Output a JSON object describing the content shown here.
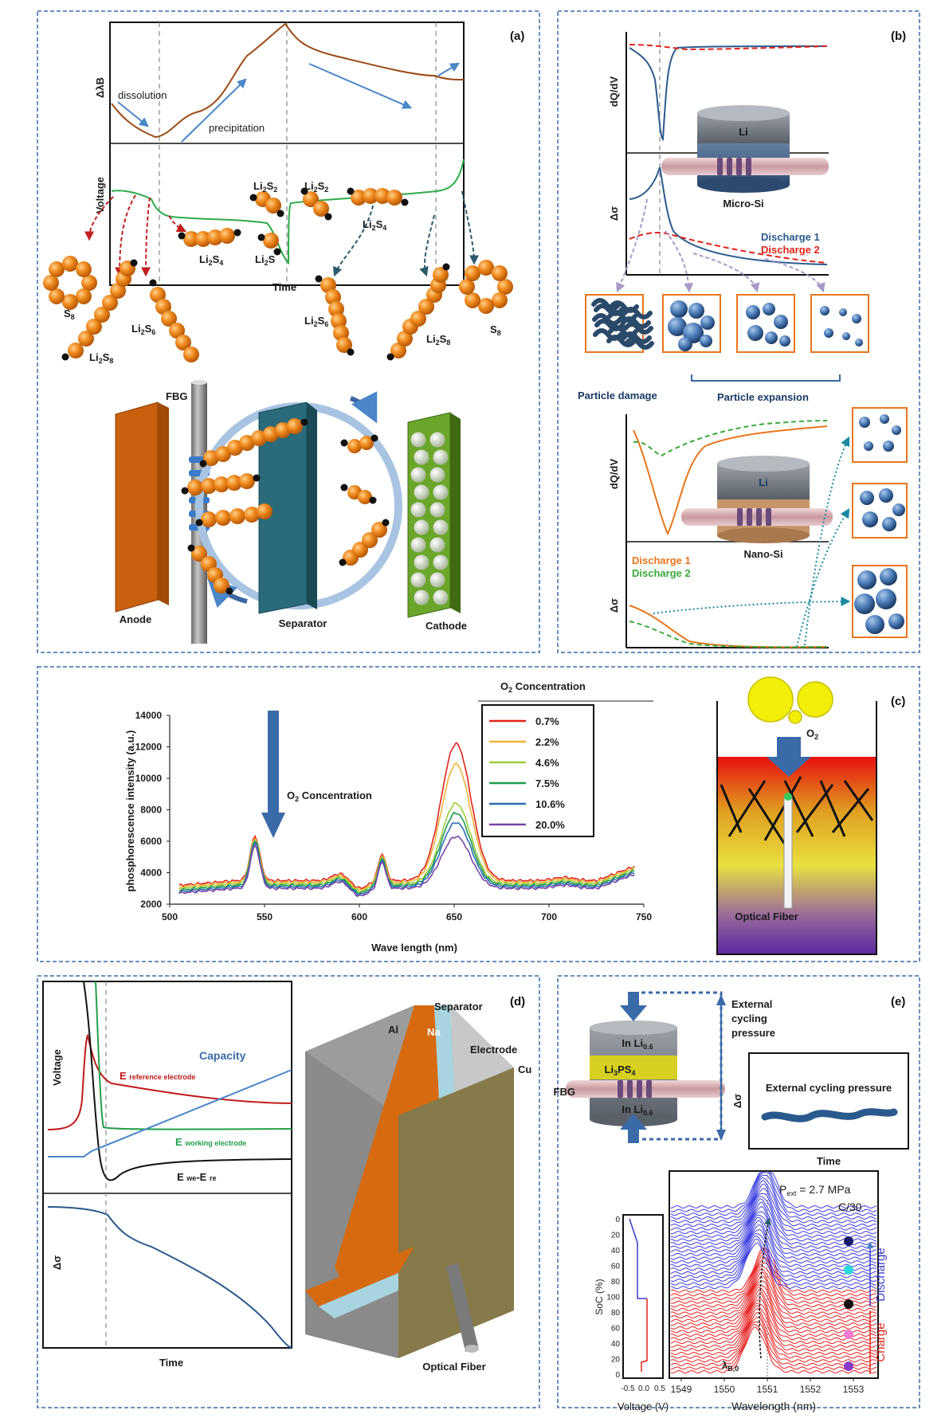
{
  "panels": {
    "a": {
      "label": "(a)",
      "y1_label": "ΔλB",
      "y2_label": "Voltage",
      "x_label": "Time",
      "dissolution": "dissolution",
      "precipitation": "precipitation",
      "species": [
        "S8",
        "Li2S8",
        "Li2S6",
        "Li2S4",
        "Li2S2",
        "Li2S",
        "Li2S2",
        "Li2S4",
        "Li2S6",
        "Li2S8",
        "S8"
      ],
      "fbg": "FBG",
      "anode": "Anode",
      "separator": "Separator",
      "cathode": "Cathode",
      "curve_color": "#9a4a14",
      "voltage_color": "#2eaa4a"
    },
    "b": {
      "label": "(b)",
      "y1_label": "dQ/dV",
      "y2_label": "Δσ",
      "li": "Li",
      "micro_si": "Micro-Si",
      "nano_si": "Nano-Si",
      "legend_top": [
        {
          "name": "Discharge 1",
          "color": "#2a5a8c"
        },
        {
          "name": "Discharge 2",
          "color": "#e0241b"
        }
      ],
      "legend_bottom": [
        {
          "name": "Discharge 1",
          "color": "#e8761d"
        },
        {
          "name": "Discharge 2",
          "color": "#3aaa3a"
        }
      ],
      "particle_damage": "Particle damage",
      "particle_expansion": "Particle expansion"
    },
    "c": {
      "label": "(c)",
      "legend_title": "O2 Concentration",
      "arrow_label": "O2 Concentration",
      "o2": "O2",
      "optical_fiber": "Optical Fiber"
    },
    "d": {
      "label": "(d)",
      "y1_label": "Voltage",
      "y2_label": "Δσ",
      "x_label": "Time",
      "capacity": "Capacity",
      "e_ref": "E reference electrode",
      "e_work": "E working electrode",
      "e_diff": "E we-E re",
      "layers": {
        "al": "Al",
        "na": "Na",
        "separator": "Separator",
        "electrode": "Electrode",
        "cu": "Cu"
      },
      "optical_fiber": "Optical Fiber"
    },
    "e": {
      "label": "(e)",
      "external_pressure": "External cycling pressure",
      "inset_title": "External cycling pressure",
      "inset_y": "Δσ",
      "inset_x": "Time",
      "fbg": "FBG",
      "in_li": "In Li0.6",
      "li3ps4": "Li3PS4",
      "pext": "Pext = 2.7 MPa",
      "rate": "C/30",
      "discharge": "Discharge",
      "charge": "Charge",
      "lambda": "λB,0",
      "soc_label": "SoC (%)",
      "voltage_label": "Voltage (V)",
      "wavelength_label": "Wavelength (nm)",
      "soc_ticks": [
        "0",
        "20",
        "40",
        "60",
        "80",
        "100",
        "80",
        "60",
        "40",
        "20",
        "0"
      ],
      "volt_ticks": [
        "-0.5",
        "0.0",
        "0.5"
      ],
      "wl_ticks": [
        "1549",
        "1550",
        "1551",
        "1552",
        "1553"
      ]
    }
  },
  "chart_data": {
    "type": "line",
    "title": "",
    "xlabel": "Wave length (nm)",
    "ylabel": "phosphorescence intensity (a.u.)",
    "xlim": [
      500,
      750
    ],
    "ylim": [
      2000,
      14000
    ],
    "x_ticks": [
      500,
      550,
      600,
      650,
      700,
      750
    ],
    "y_ticks": [
      2000,
      4000,
      6000,
      8000,
      10000,
      12000,
      14000
    ],
    "legend_placement": "top-right",
    "series": [
      {
        "name": "0.7%",
        "color": "#e0241b",
        "peaks": {
          "545": 6300,
          "612": 5200,
          "650": 12200
        },
        "baseline": 3500
      },
      {
        "name": "2.2%",
        "color": "#f0b43a",
        "peaks": {
          "545": 6200,
          "612": 5100,
          "650": 10900
        },
        "baseline": 3400
      },
      {
        "name": "4.6%",
        "color": "#9ccc3c",
        "peaks": {
          "545": 6100,
          "612": 5000,
          "650": 8400
        },
        "baseline": 3300
      },
      {
        "name": "7.5%",
        "color": "#1e9a4c",
        "peaks": {
          "545": 6000,
          "612": 4900,
          "650": 7800
        },
        "baseline": 3200
      },
      {
        "name": "10.6%",
        "color": "#2a6eb4",
        "peaks": {
          "545": 5900,
          "612": 4800,
          "650": 7200
        },
        "baseline": 3100
      },
      {
        "name": "20.0%",
        "color": "#7a46a8",
        "peaks": {
          "545": 5700,
          "612": 4700,
          "650": 6300
        },
        "baseline": 3000
      }
    ]
  }
}
